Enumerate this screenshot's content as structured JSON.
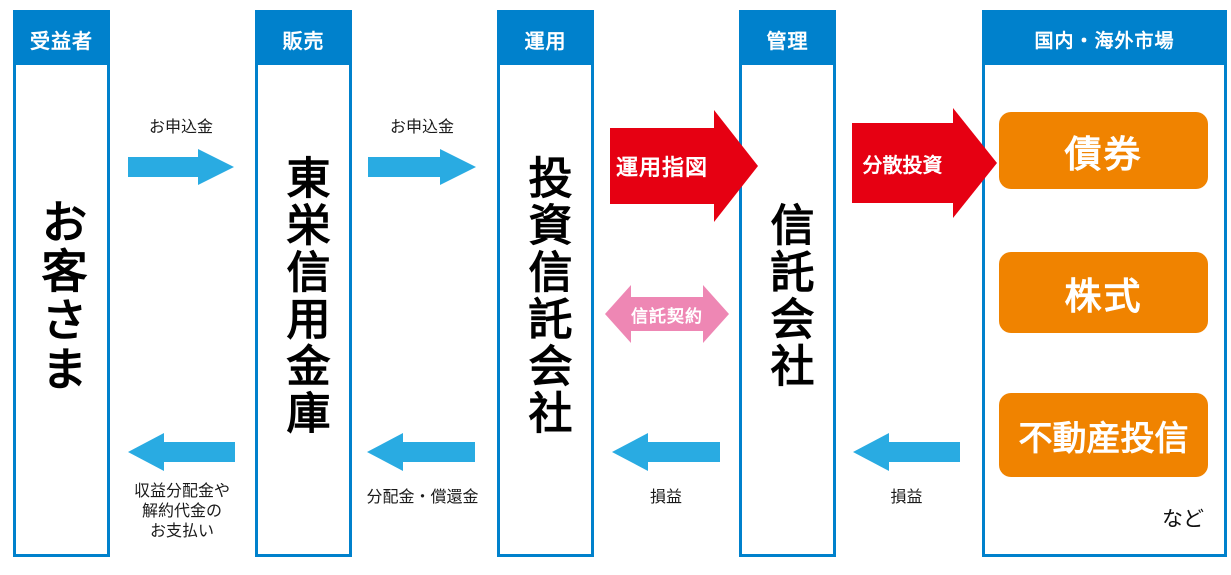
{
  "colors": {
    "column_blue": "#0081cc",
    "arrow_light_blue": "#29abe2",
    "arrow_red": "#e60012",
    "arrow_pink": "#ee87b4",
    "product_orange": "#f08300",
    "text_black": "#000000",
    "text_white": "#ffffff"
  },
  "columns": [
    {
      "role": "受益者",
      "name": "お客さま"
    },
    {
      "role": "販売",
      "name": "東栄信用金庫"
    },
    {
      "role": "運用",
      "name": "投資信託会社"
    },
    {
      "role": "管理",
      "name": "信託会社"
    },
    {
      "role": "国内・海外市場",
      "products": [
        "債券",
        "株式",
        "不動産投信"
      ],
      "note": "など"
    }
  ],
  "flows": {
    "application_1": "お申込金",
    "application_2": "お申込金",
    "instruction": "運用指図",
    "diversify": "分散投資",
    "trust_contract": "信託契約",
    "payout_lines": [
      "収益分配金や",
      "解約代金の",
      "お支払い"
    ],
    "distribution": "分配金・償還金",
    "pnl_1": "損益",
    "pnl_2": "損益"
  }
}
